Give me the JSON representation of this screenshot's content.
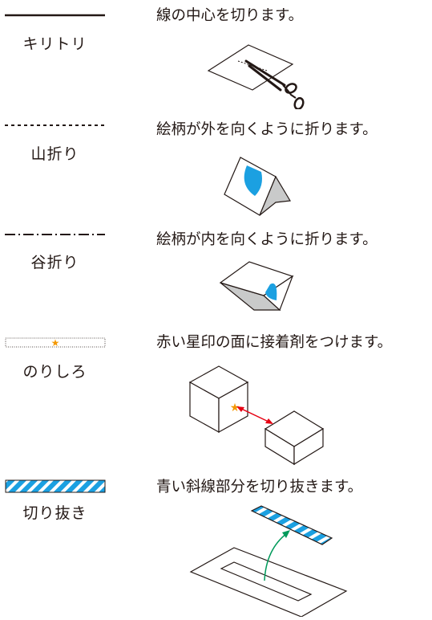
{
  "legend": [
    {
      "term": "キリトリ",
      "description": "線の中心を切ります。",
      "line_style": "solid",
      "icon": "scissors-cut-icon"
    },
    {
      "term": "山折り",
      "description": "絵柄が外を向くように折ります。",
      "line_style": "dashed",
      "icon": "mountain-fold-icon"
    },
    {
      "term": "谷折り",
      "description": "絵柄が内を向くように折ります。",
      "line_style": "dash-dot",
      "icon": "valley-fold-icon"
    },
    {
      "term": "のりしろ",
      "description": "赤い星印の面に接着剤をつけます。",
      "line_style": "dotted-box-with-star",
      "icon": "glue-cubes-icon"
    },
    {
      "term": "切り抜き",
      "description": "青い斜線部分を切り抜きます。",
      "line_style": "blue-hatched",
      "icon": "cutout-strip-icon"
    }
  ],
  "colors": {
    "text": "#231815",
    "accent_blue": "#1ba0e1",
    "star_orange": "#f39800",
    "arrow_red": "#e60012",
    "arrow_green": "#009a5a",
    "fold_grey": "#c9caca"
  }
}
